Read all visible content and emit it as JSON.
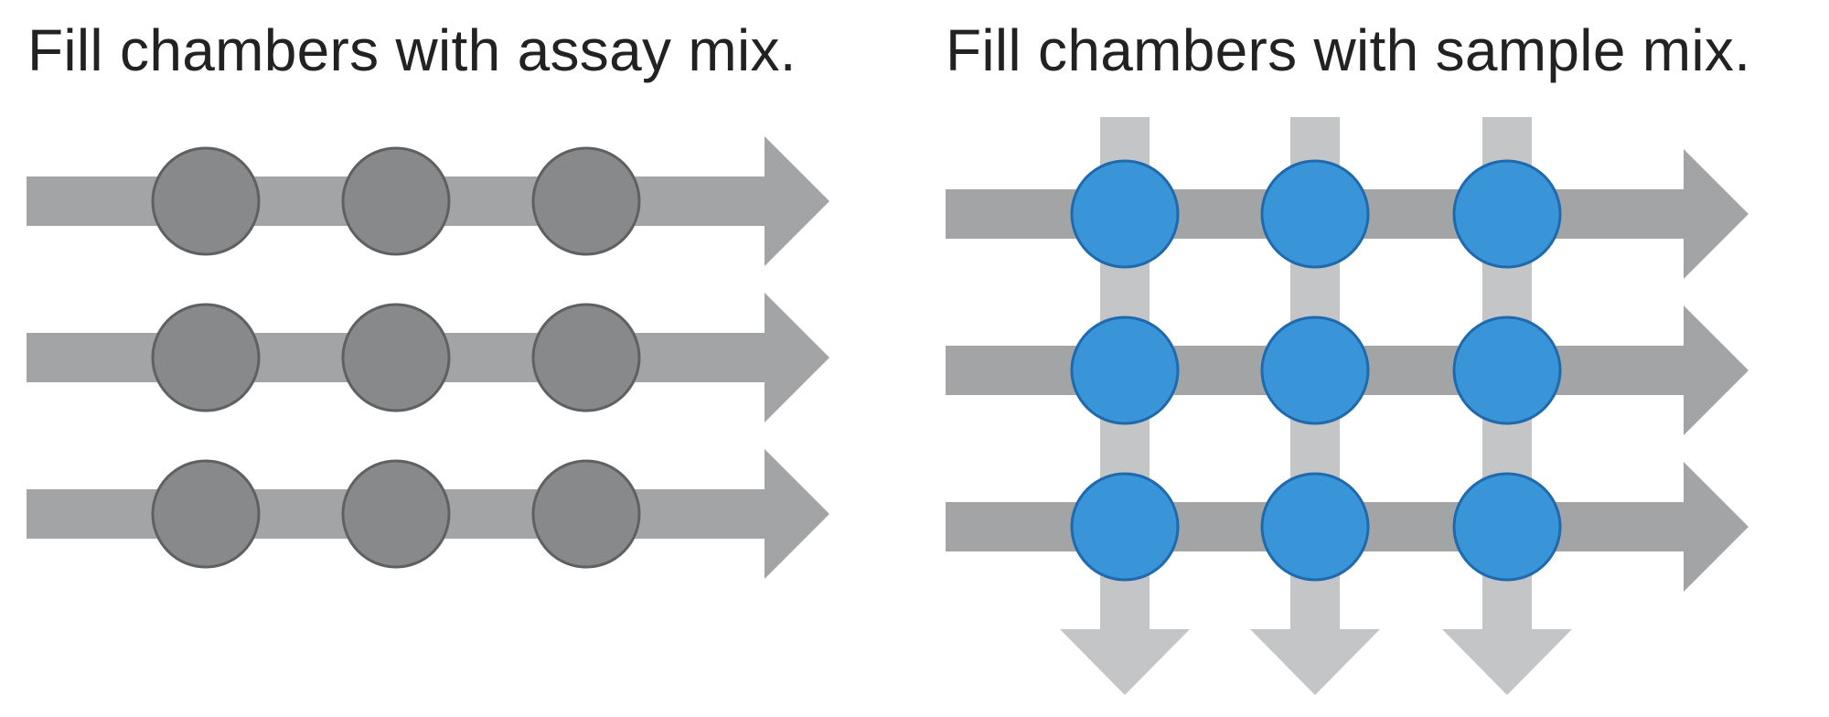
{
  "panels": {
    "left": {
      "title": "Fill chambers with assay mix.",
      "rows": 3,
      "columns": 3,
      "flow": [
        "horizontal"
      ]
    },
    "right": {
      "title": "Fill chambers with sample mix.",
      "rows": 3,
      "columns": 3,
      "flow": [
        "horizontal",
        "vertical"
      ]
    }
  },
  "colors": {
    "background": "#ffffff",
    "title_text": "#222222",
    "horizontal_arrow": "#a3a4a6",
    "vertical_arrow": "#c4c5c7",
    "assay_chamber_fill": "#88898b",
    "assay_chamber_stroke": "#5f6062",
    "sample_chamber_fill": "#3a94d8",
    "sample_chamber_stroke": "#1f69ad"
  }
}
